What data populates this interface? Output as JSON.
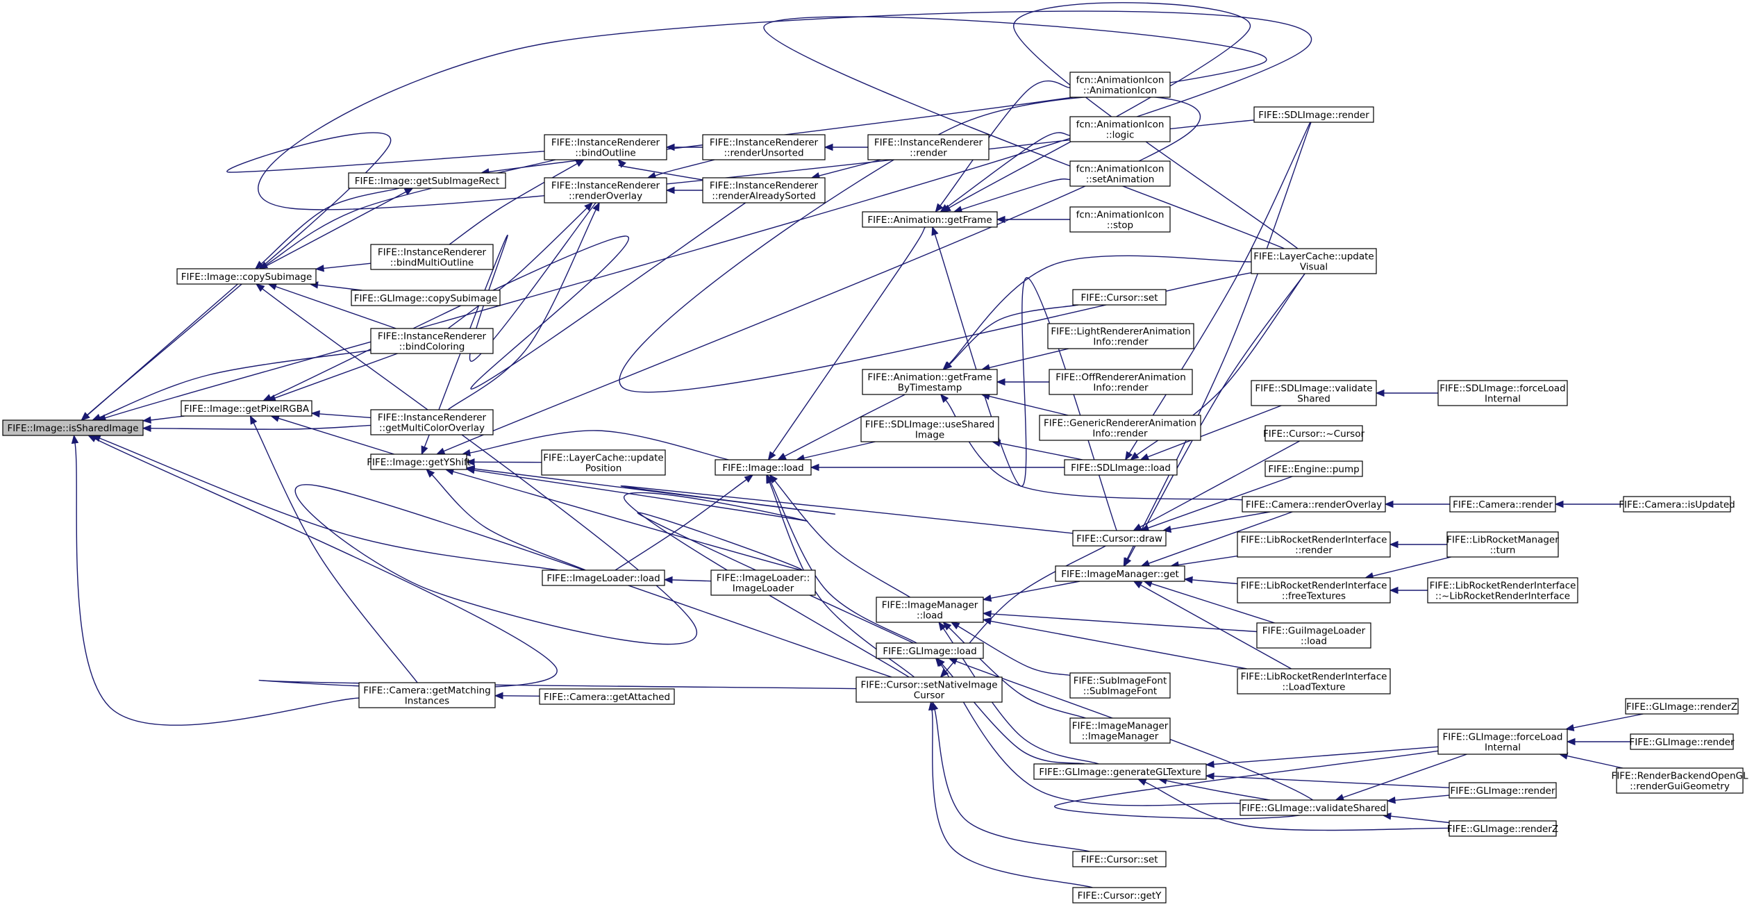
{
  "colors": {
    "edge": "#191970",
    "node_border": "#000000",
    "root_fill": "#bfbfbf",
    "background": "#ffffff"
  },
  "graph": {
    "root": "isShared",
    "nodes": [
      {
        "id": "isShared",
        "lines": [
          "FIFE::Image::isSharedImage"
        ]
      },
      {
        "id": "copySub",
        "lines": [
          "FIFE::Image::copySubimage"
        ]
      },
      {
        "id": "getPix",
        "lines": [
          "FIFE::Image::getPixelRGBA"
        ]
      },
      {
        "id": "getYS",
        "lines": [
          "FIFE::Image::getYShift"
        ]
      },
      {
        "id": "subRect",
        "lines": [
          "FIFE::Image::getSubImageRect"
        ]
      },
      {
        "id": "imgLoad",
        "lines": [
          "FIFE::Image::load"
        ]
      },
      {
        "id": "ilLoad",
        "lines": [
          "FIFE::ImageLoader::load"
        ]
      },
      {
        "id": "camMatch",
        "lines": [
          "FIFE::Camera::getMatching",
          "Instances"
        ]
      },
      {
        "id": "camAtt",
        "lines": [
          "FIFE::Camera::getAttached"
        ]
      },
      {
        "id": "ilCtor",
        "lines": [
          "FIFE::ImageLoader::",
          "ImageLoader"
        ]
      },
      {
        "id": "irBind",
        "lines": [
          "FIFE::InstanceRenderer",
          "::bindOutline"
        ]
      },
      {
        "id": "irOver",
        "lines": [
          "FIFE::InstanceRenderer",
          "::renderOverlay"
        ]
      },
      {
        "id": "irMulti",
        "lines": [
          "FIFE::InstanceRenderer",
          "::bindMultiOutline"
        ]
      },
      {
        "id": "glCopy",
        "lines": [
          "FIFE::GLImage::copySubimage"
        ]
      },
      {
        "id": "irColor",
        "lines": [
          "FIFE::InstanceRenderer",
          "::bindColoring"
        ]
      },
      {
        "id": "irGetMC",
        "lines": [
          "FIFE::InstanceRenderer",
          "::getMultiColorOverlay"
        ]
      },
      {
        "id": "lcUpdPos",
        "lines": [
          "FIFE::LayerCache::update",
          "Position"
        ]
      },
      {
        "id": "irUnsorted",
        "lines": [
          "FIFE::InstanceRenderer",
          "::renderUnsorted"
        ]
      },
      {
        "id": "irSorted",
        "lines": [
          "FIFE::InstanceRenderer",
          "::renderAlreadySorted"
        ]
      },
      {
        "id": "irRender",
        "lines": [
          "FIFE::InstanceRenderer",
          "::render"
        ]
      },
      {
        "id": "animGetFrame",
        "lines": [
          "FIFE::Animation::getFrame"
        ]
      },
      {
        "id": "animGetFrameTS",
        "lines": [
          "FIFE::Animation::getFrame",
          "ByTimestamp"
        ]
      },
      {
        "id": "sdlUseShared",
        "lines": [
          "FIFE::SDLImage::useShared",
          "Image"
        ]
      },
      {
        "id": "imLoad",
        "lines": [
          "FIFE::ImageManager",
          "::load"
        ]
      },
      {
        "id": "glLoad",
        "lines": [
          "FIFE::GLImage::load"
        ]
      },
      {
        "id": "curSetNative",
        "lines": [
          "FIFE::Cursor::setNativeImage",
          "Cursor"
        ]
      },
      {
        "id": "animIconCtor",
        "lines": [
          "fcn::AnimationIcon",
          "::AnimationIcon"
        ]
      },
      {
        "id": "animIconLogic",
        "lines": [
          "fcn::AnimationIcon",
          "::logic"
        ]
      },
      {
        "id": "animIconSet",
        "lines": [
          "fcn::AnimationIcon",
          "::setAnimation"
        ]
      },
      {
        "id": "animIconStop",
        "lines": [
          "fcn::AnimationIcon",
          "::stop"
        ]
      },
      {
        "id": "curSet1",
        "lines": [
          "FIFE::Cursor::set"
        ]
      },
      {
        "id": "lightRend",
        "lines": [
          "FIFE::LightRendererAnimation",
          "Info::render"
        ]
      },
      {
        "id": "offRend",
        "lines": [
          "FIFE::OffRendererAnimation",
          "Info::render"
        ]
      },
      {
        "id": "genRend",
        "lines": [
          "FIFE::GenericRendererAnimation",
          "Info::render"
        ]
      },
      {
        "id": "sdlLoad",
        "lines": [
          "FIFE::SDLImage::load"
        ]
      },
      {
        "id": "curDraw",
        "lines": [
          "FIFE::Cursor::draw"
        ]
      },
      {
        "id": "imGet",
        "lines": [
          "FIFE::ImageManager::get"
        ]
      },
      {
        "id": "subFont",
        "lines": [
          "FIFE::SubImageFont",
          "::SubImageFont"
        ]
      },
      {
        "id": "imCtor",
        "lines": [
          "FIFE::ImageManager",
          "::ImageManager"
        ]
      },
      {
        "id": "glGenTex",
        "lines": [
          "FIFE::GLImage::generateGLTexture"
        ]
      },
      {
        "id": "curSet2",
        "lines": [
          "FIFE::Cursor::set"
        ]
      },
      {
        "id": "curGetY",
        "lines": [
          "FIFE::Cursor::getY"
        ]
      },
      {
        "id": "sdlRender",
        "lines": [
          "FIFE::SDLImage::render"
        ]
      },
      {
        "id": "lcUpdVis",
        "lines": [
          "FIFE::LayerCache::update",
          "Visual"
        ]
      },
      {
        "id": "sdlValShared",
        "lines": [
          "FIFE::SDLImage::validate",
          "Shared"
        ]
      },
      {
        "id": "curDtor",
        "lines": [
          "FIFE::Cursor::~Cursor"
        ]
      },
      {
        "id": "engPump",
        "lines": [
          "FIFE::Engine::pump"
        ]
      },
      {
        "id": "camRO",
        "lines": [
          "FIFE::Camera::renderOverlay"
        ]
      },
      {
        "id": "lrriRender",
        "lines": [
          "FIFE::LibRocketRenderInterface",
          "::render"
        ]
      },
      {
        "id": "lrriFree",
        "lines": [
          "FIFE::LibRocketRenderInterface",
          "::freeTextures"
        ]
      },
      {
        "id": "guiLoad",
        "lines": [
          "FIFE::GuiImageLoader",
          "::load"
        ]
      },
      {
        "id": "lrriLoadTex",
        "lines": [
          "FIFE::LibRocketRenderInterface",
          "::LoadTexture"
        ]
      },
      {
        "id": "glValShared",
        "lines": [
          "FIFE::GLImage::validateShared"
        ]
      },
      {
        "id": "sdlForce",
        "lines": [
          "FIFE::SDLImage::forceLoad",
          "Internal"
        ]
      },
      {
        "id": "camRender",
        "lines": [
          "FIFE::Camera::render"
        ]
      },
      {
        "id": "lrmTurn",
        "lines": [
          "FIFE::LibRocketManager",
          "::turn"
        ]
      },
      {
        "id": "lrriDtor",
        "lines": [
          "FIFE::LibRocketRenderInterface",
          "::~LibRocketRenderInterface"
        ]
      },
      {
        "id": "glForce",
        "lines": [
          "FIFE::GLImage::forceLoad",
          "Internal"
        ]
      },
      {
        "id": "glRender1",
        "lines": [
          "FIFE::GLImage::render"
        ]
      },
      {
        "id": "glRenderZ1",
        "lines": [
          "FIFE::GLImage::renderZ"
        ]
      },
      {
        "id": "camIsUpd",
        "lines": [
          "FIFE::Camera::isUpdated"
        ]
      },
      {
        "id": "glRenderZ2",
        "lines": [
          "FIFE::GLImage::renderZ"
        ]
      },
      {
        "id": "glRender2",
        "lines": [
          "FIFE::GLImage::render"
        ]
      },
      {
        "id": "rbGui",
        "lines": [
          "FIFE::RenderBackendOpenGL",
          "::renderGuiGeometry"
        ]
      }
    ]
  }
}
